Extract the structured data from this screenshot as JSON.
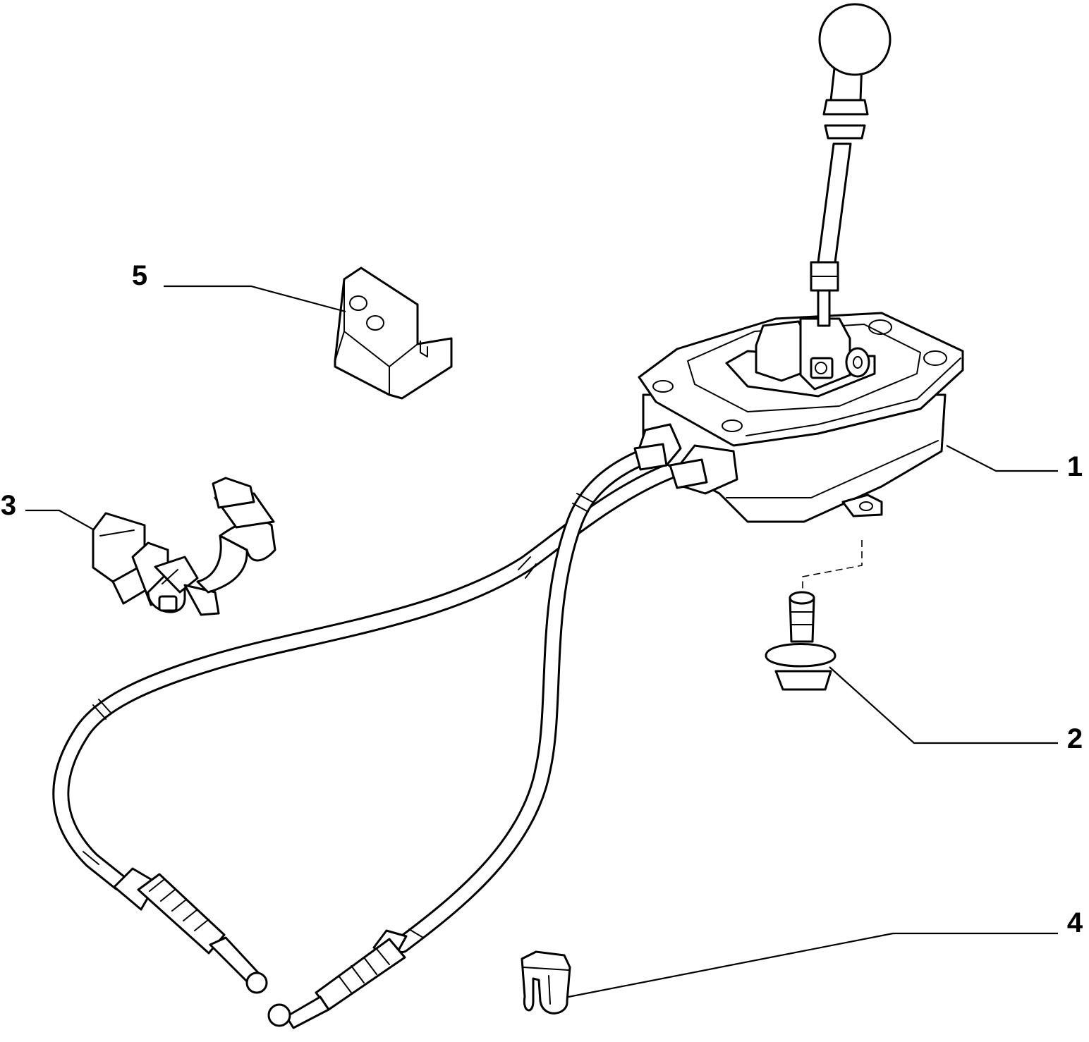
{
  "diagram": {
    "colors": {
      "line": "#000000",
      "background": "#ffffff"
    },
    "callouts": [
      {
        "id": "1",
        "label": "1",
        "part": "gear-shift-lever-assembly"
      },
      {
        "id": "2",
        "label": "2",
        "part": "flange-bolt"
      },
      {
        "id": "3",
        "label": "3",
        "part": "cable-clamp-bracket"
      },
      {
        "id": "4",
        "label": "4",
        "part": "spring-clip"
      },
      {
        "id": "5",
        "label": "5",
        "part": "rubber-block"
      }
    ]
  }
}
